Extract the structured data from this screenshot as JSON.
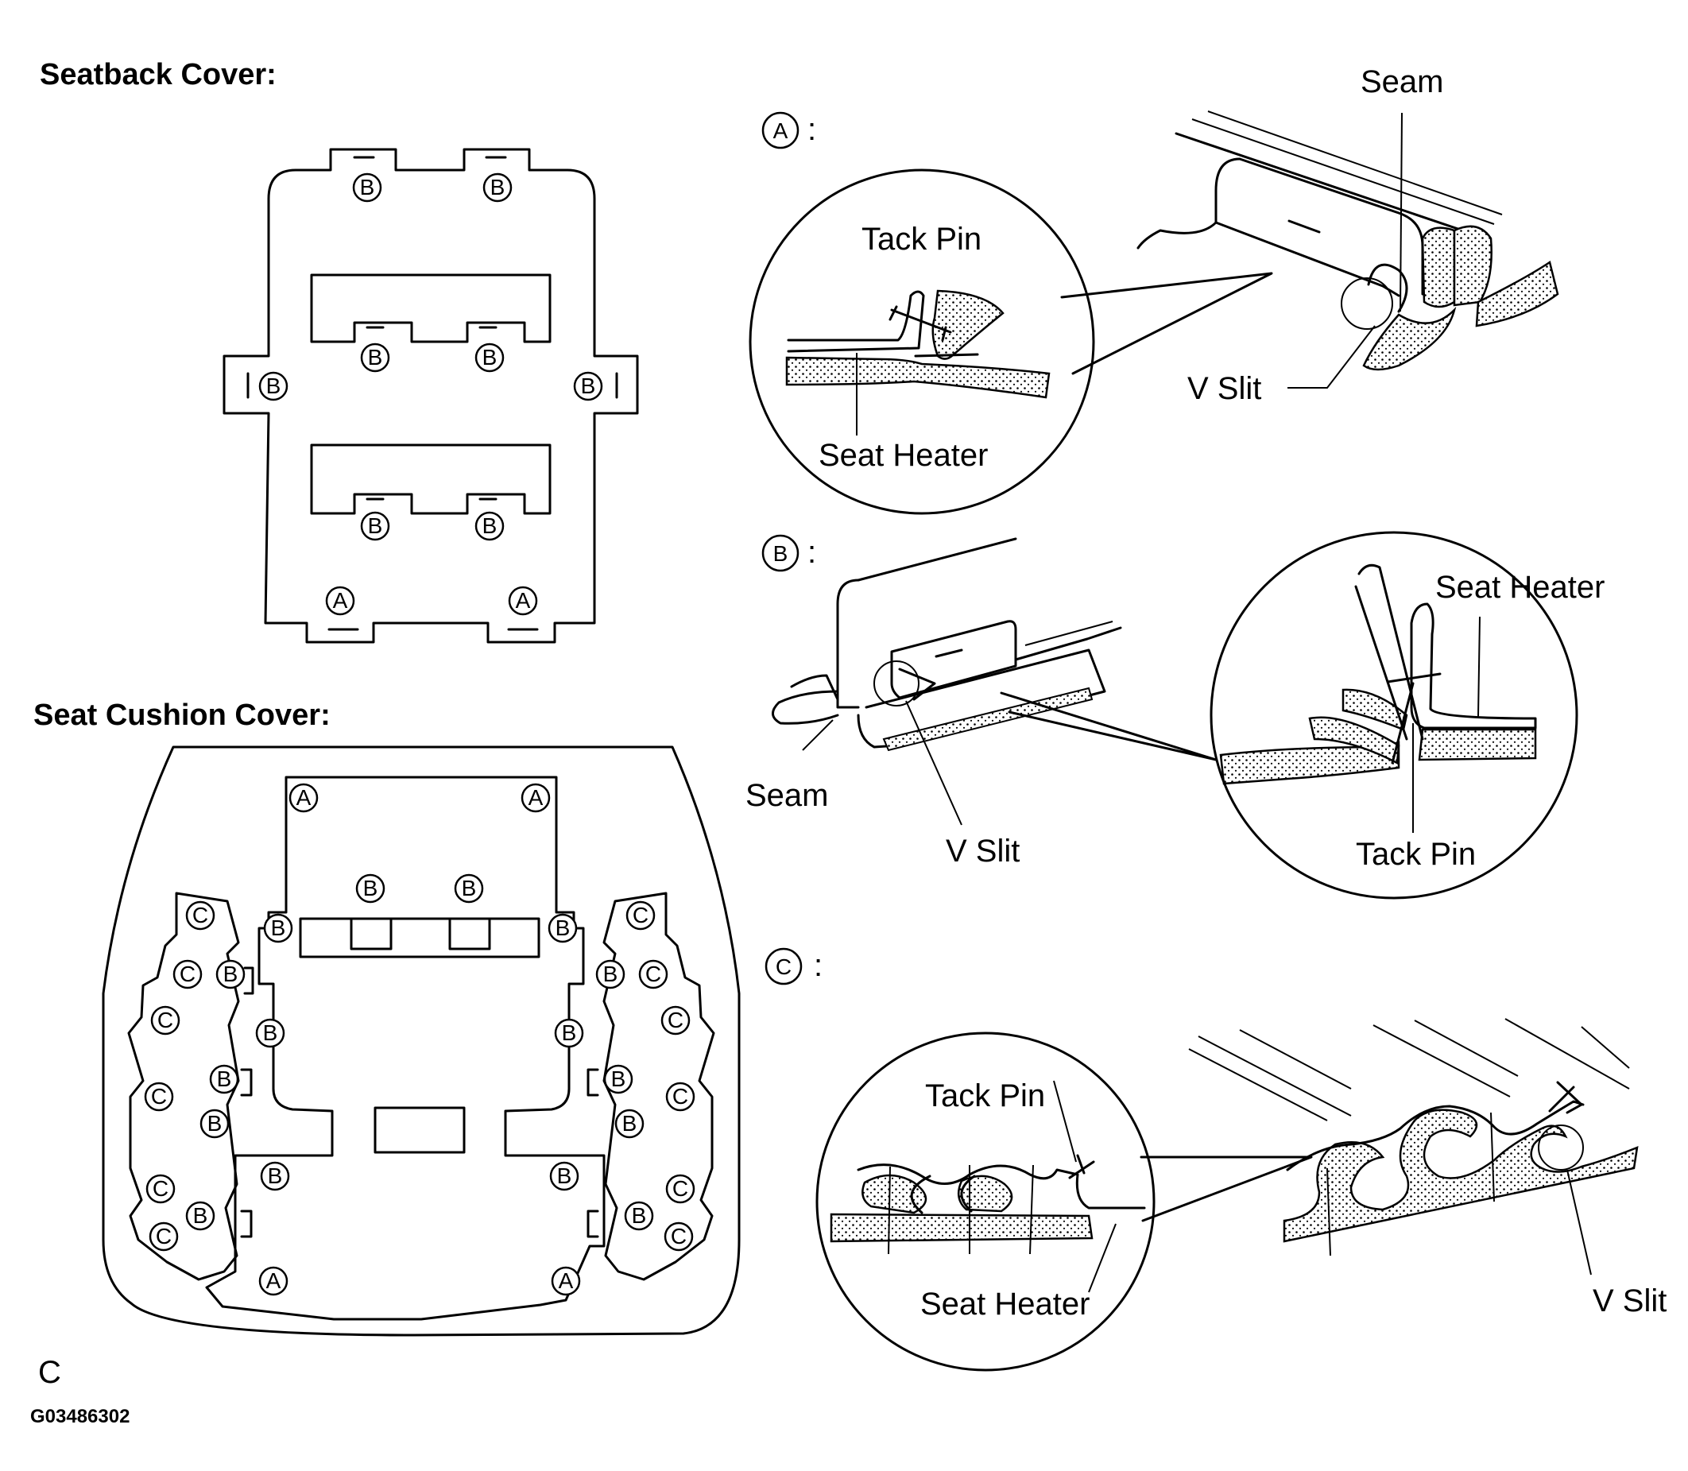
{
  "headings": {
    "seatback": "Seatback Cover:",
    "cushion": "Seat Cushion Cover:"
  },
  "markers": {
    "a": "A",
    "b": "B",
    "c": "C"
  },
  "detail_suffix": ":",
  "callouts": {
    "seam": "Seam",
    "tack_pin": "Tack Pin",
    "seat_heater": "Seat Heater",
    "v_slit": "V Slit"
  },
  "footer": {
    "letter": "C",
    "code": "G03486302"
  },
  "colors": {
    "ink": "#000000",
    "paper": "#ffffff"
  }
}
